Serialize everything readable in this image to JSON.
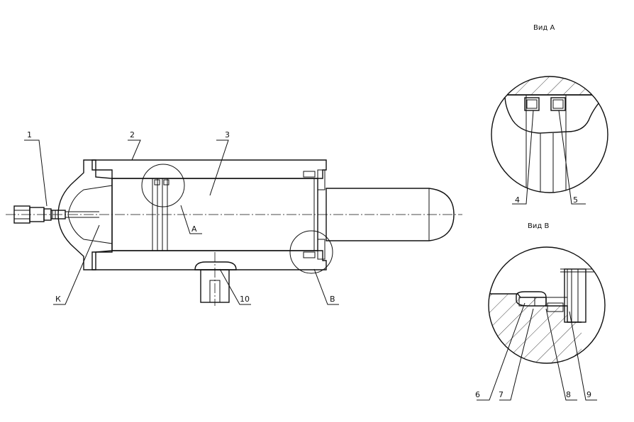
{
  "views": {
    "view_a_title": "Вид А",
    "view_b_title": "Вид В"
  },
  "labels": {
    "part_1": "1",
    "part_2": "2",
    "part_3": "3",
    "part_4": "4",
    "part_5": "5",
    "part_6": "6",
    "part_7": "7",
    "part_8": "8",
    "part_9": "9",
    "part_10": "10",
    "callout_a": "А",
    "callout_b": "В",
    "zone_k": "К"
  }
}
